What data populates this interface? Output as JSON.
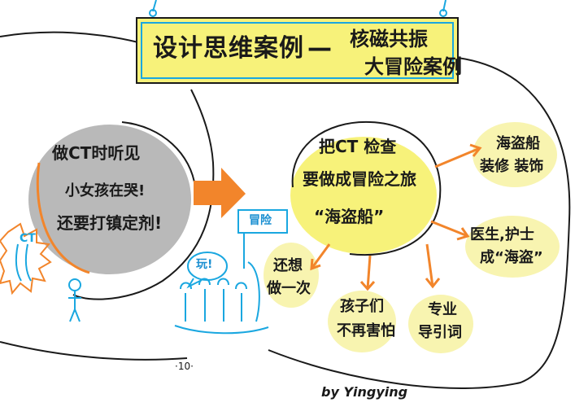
{
  "title": {
    "main": "设计思维案例",
    "dash": "—",
    "right_line1": "核磁共振",
    "right_line2": "大冒险案例"
  },
  "left_bubble": {
    "line1": "做CT时听见",
    "line2": "小女孩在哭!",
    "line3": "还要打镇定剂!"
  },
  "center": {
    "line1": "把CT 检查",
    "line2": "要做成冒险之旅",
    "line3": "“海盗船”"
  },
  "branches": {
    "top_right": {
      "line1": "海盗船",
      "line2": "装修 装饰"
    },
    "right": {
      "line1": "医生,护士",
      "line2": "成“海盗”"
    },
    "bottom_right": {
      "line1": "专业",
      "line2": "导引词"
    },
    "bottom_mid": {
      "line1": "孩子们",
      "line2": "不再害怕"
    },
    "left": {
      "line1": "还想",
      "line2": "做一次"
    }
  },
  "sketch_labels": {
    "sign": "冒险",
    "speech": "玩!",
    "ct": "CT"
  },
  "page_number": "·10·",
  "author": "by Yingying",
  "colors": {
    "yellow": "#f7f27a",
    "pale_yellow": "#f8f4b0",
    "gray": "#b9b9b9",
    "orange": "#f2852b",
    "blue": "#1aa7e0",
    "ink": "#1a1a1a"
  }
}
